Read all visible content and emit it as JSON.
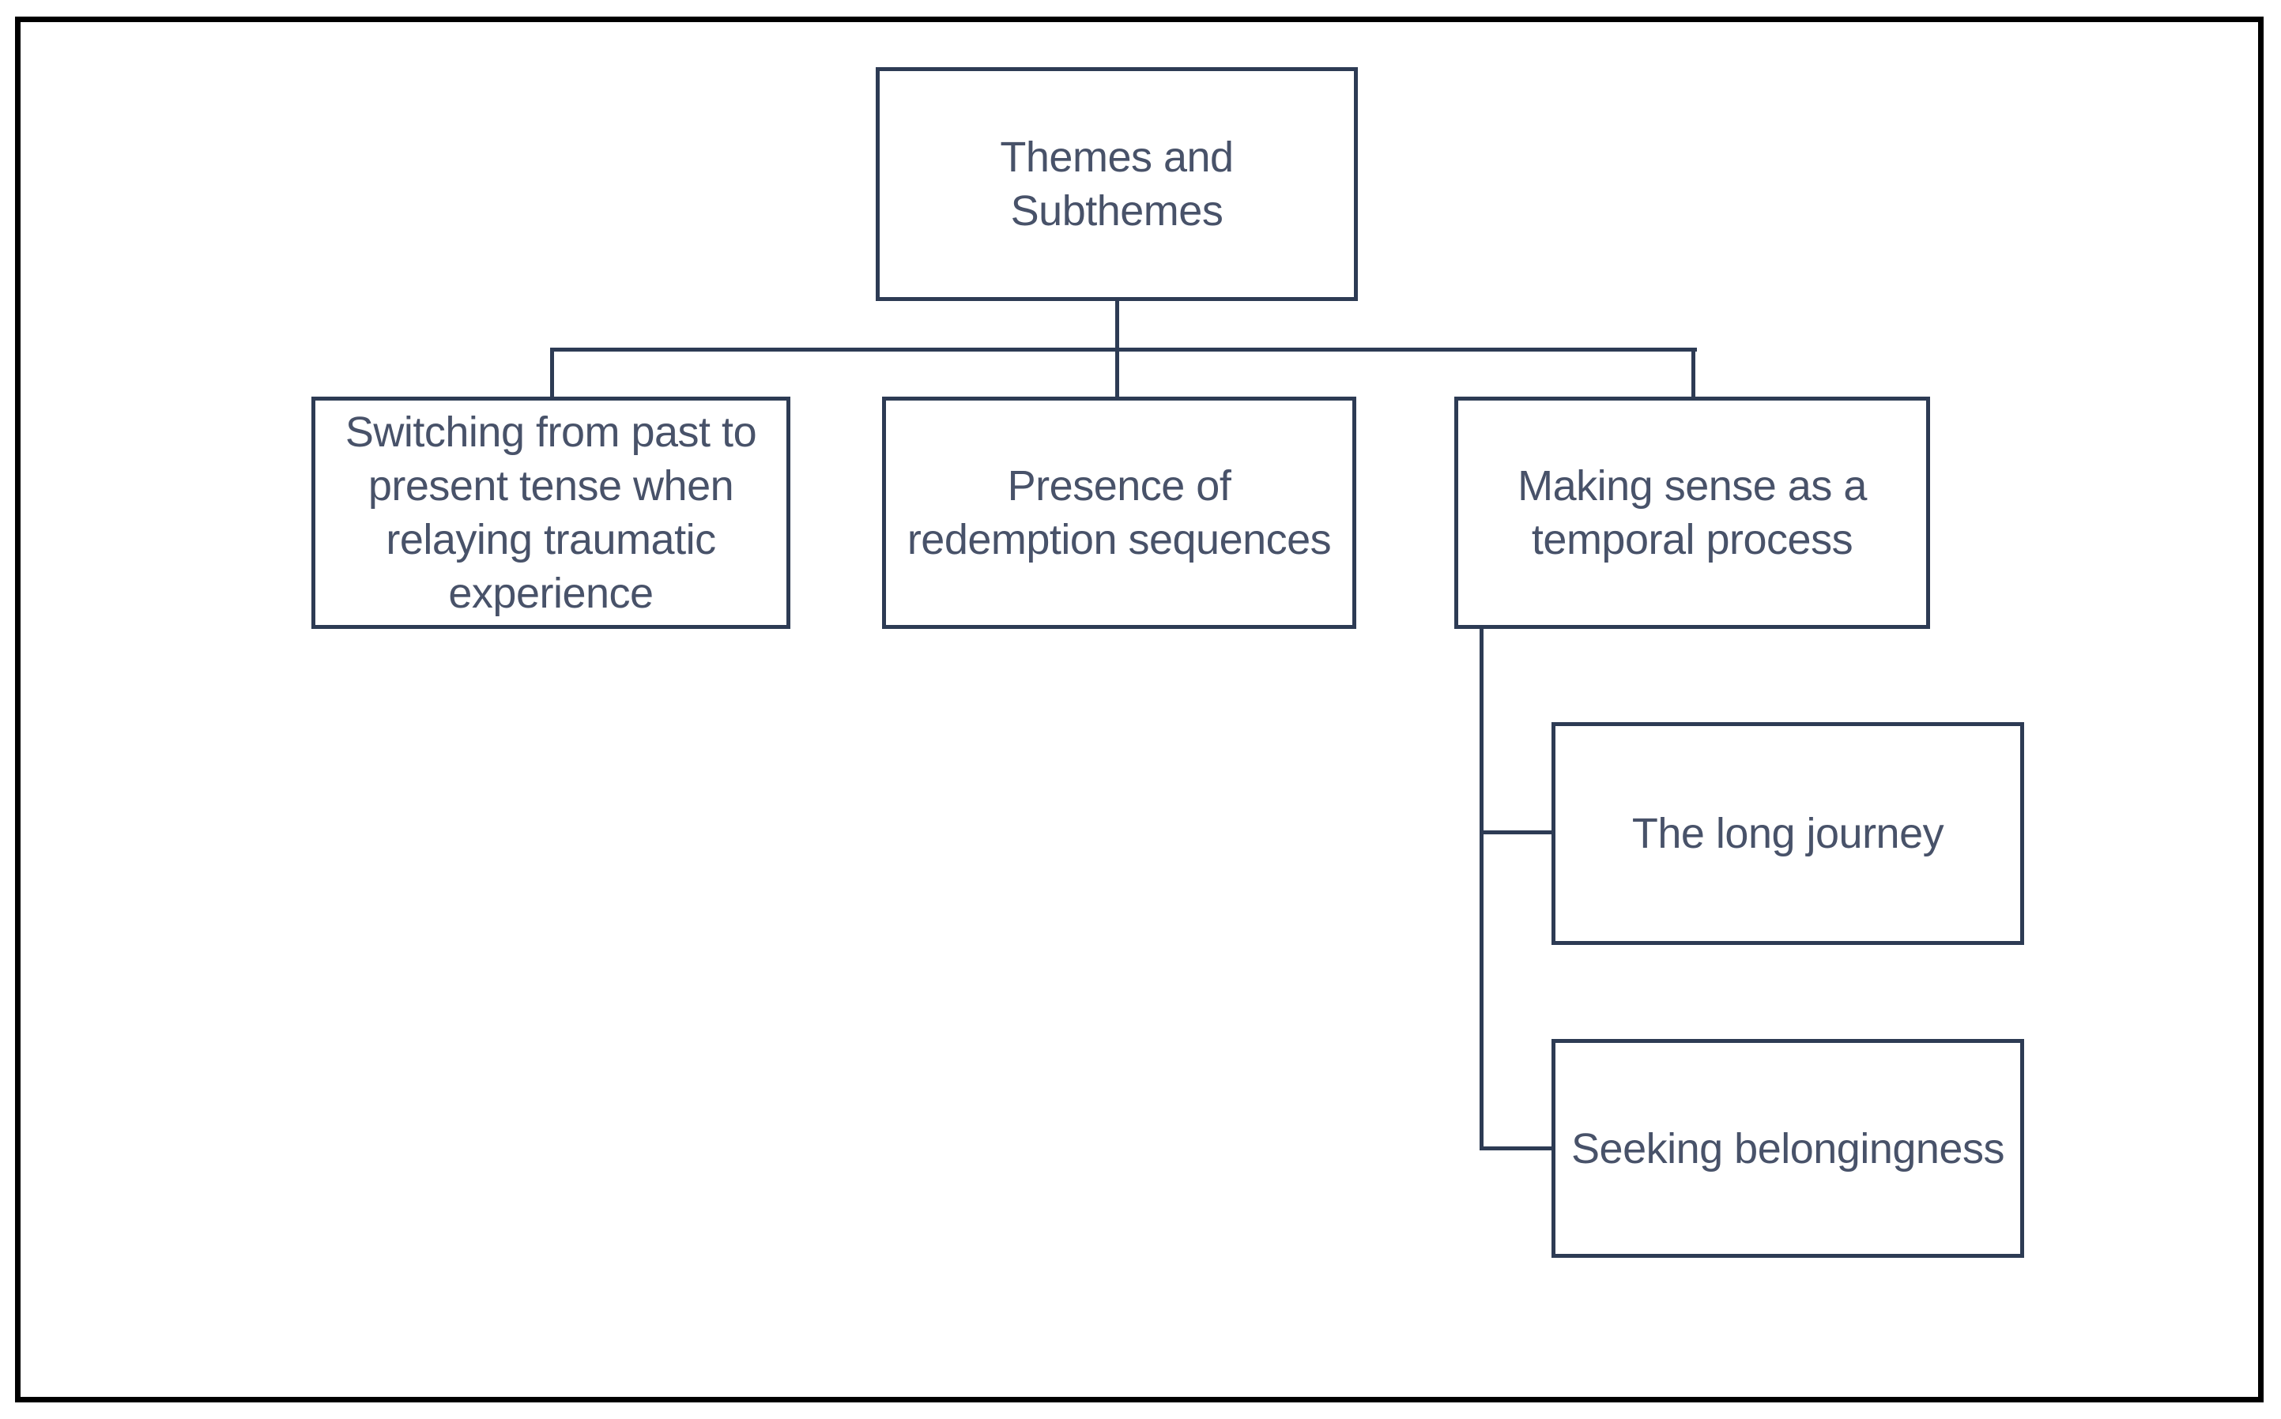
{
  "figure": {
    "type": "hierarchy-diagram",
    "colors": {
      "frame": "#000000",
      "box_border": "#2d3b54",
      "connector": "#2d3b54",
      "text": "#485269",
      "background": "#ffffff"
    },
    "nodes": {
      "root": {
        "label": "Themes and\nSubthemes"
      },
      "switching": {
        "label": "Switching from past to\npresent tense when\nrelaying traumatic\nexperience",
        "parent": "root"
      },
      "redemption": {
        "label": "Presence of\nredemption sequences",
        "parent": "root"
      },
      "temporal": {
        "label": "Making sense as a\ntemporal process",
        "parent": "root"
      },
      "journey": {
        "label": "The long journey",
        "parent": "temporal"
      },
      "seeking": {
        "label": "Seeking belongingness",
        "parent": "temporal"
      }
    }
  }
}
